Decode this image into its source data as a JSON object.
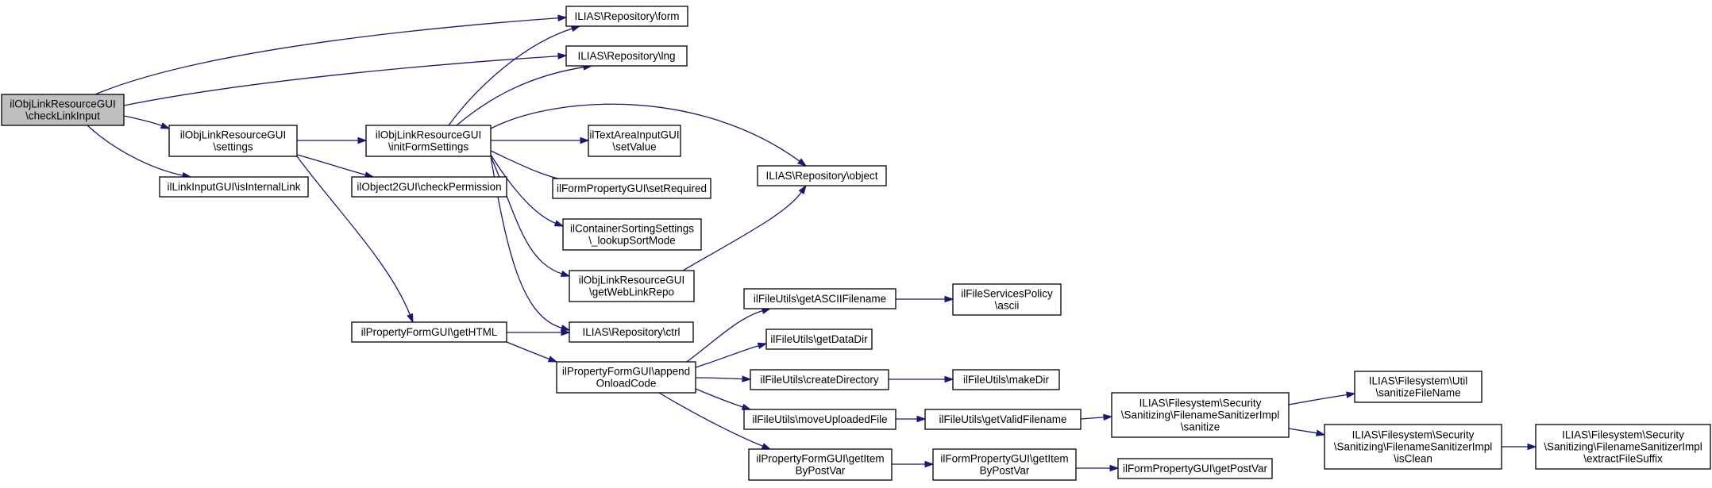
{
  "nodes": [
    {
      "id": "root",
      "lines": [
        "ilObjLinkResourceGUI",
        "\\checkLinkInput"
      ]
    },
    {
      "id": "settings",
      "lines": [
        "ilObjLinkResourceGUI",
        "\\settings"
      ]
    },
    {
      "id": "isInternalLink",
      "lines": [
        "ilLinkInputGUI\\isInternalLink"
      ]
    },
    {
      "id": "initFormSettings",
      "lines": [
        "ilObjLinkResourceGUI",
        "\\initFormSettings"
      ]
    },
    {
      "id": "checkPermission",
      "lines": [
        "ilObject2GUI\\checkPermission"
      ]
    },
    {
      "id": "getHTML",
      "lines": [
        "ilPropertyFormGUI\\getHTML"
      ]
    },
    {
      "id": "repoForm",
      "lines": [
        "ILIAS\\Repository\\form"
      ]
    },
    {
      "id": "repoLng",
      "lines": [
        "ILIAS\\Repository\\lng"
      ]
    },
    {
      "id": "setValue",
      "lines": [
        "ilTextAreaInputGUI",
        "\\setValue"
      ]
    },
    {
      "id": "setRequired",
      "lines": [
        "ilFormPropertyGUI\\setRequired"
      ]
    },
    {
      "id": "lookupSortMode",
      "lines": [
        "ilContainerSortingSettings",
        "\\_lookupSortMode"
      ]
    },
    {
      "id": "getWebLinkRepo",
      "lines": [
        "ilObjLinkResourceGUI",
        "\\getWebLinkRepo"
      ]
    },
    {
      "id": "repoCtrl",
      "lines": [
        "ILIAS\\Repository\\ctrl"
      ]
    },
    {
      "id": "appendOnloadCode",
      "lines": [
        "ilPropertyFormGUI\\append",
        "OnloadCode"
      ]
    },
    {
      "id": "getItemByPostVar1",
      "lines": [
        "ilPropertyFormGUI\\getItem",
        "ByPostVar"
      ]
    },
    {
      "id": "repoObject",
      "lines": [
        "ILIAS\\Repository\\object"
      ]
    },
    {
      "id": "getASCIIFilename",
      "lines": [
        "ilFileUtils\\getASCIIFilename"
      ]
    },
    {
      "id": "getDataDir",
      "lines": [
        "ilFileUtils\\getDataDir"
      ]
    },
    {
      "id": "createDirectory",
      "lines": [
        "ilFileUtils\\createDirectory"
      ]
    },
    {
      "id": "moveUploadedFile",
      "lines": [
        "ilFileUtils\\moveUploadedFile"
      ]
    },
    {
      "id": "ascii",
      "lines": [
        "ilFileServicesPolicy",
        "\\ascii"
      ]
    },
    {
      "id": "makeDir",
      "lines": [
        "ilFileUtils\\makeDir"
      ]
    },
    {
      "id": "getValidFilename",
      "lines": [
        "ilFileUtils\\getValidFilename"
      ]
    },
    {
      "id": "getItemByPostVar2",
      "lines": [
        "ilFormPropertyGUI\\getItem",
        "ByPostVar"
      ]
    },
    {
      "id": "getPostVar",
      "lines": [
        "ilFormPropertyGUI\\getPostVar"
      ]
    },
    {
      "id": "sanitize",
      "lines": [
        "ILIAS\\Filesystem\\Security",
        "\\Sanitizing\\FilenameSanitizerImpl",
        "\\sanitize"
      ]
    },
    {
      "id": "sanitizeFileName",
      "lines": [
        "ILIAS\\Filesystem\\Util",
        "\\sanitizeFileName"
      ]
    },
    {
      "id": "isClean",
      "lines": [
        "ILIAS\\Filesystem\\Security",
        "\\Sanitizing\\FilenameSanitizerImpl",
        "\\isClean"
      ]
    },
    {
      "id": "extractFileSuffix",
      "lines": [
        "ILIAS\\Filesystem\\Security",
        "\\Sanitizing\\FilenameSanitizerImpl",
        "\\extractFileSuffix"
      ]
    }
  ],
  "edges": [
    [
      "root",
      "repoForm"
    ],
    [
      "root",
      "repoLng"
    ],
    [
      "root",
      "settings"
    ],
    [
      "root",
      "isInternalLink"
    ],
    [
      "settings",
      "initFormSettings"
    ],
    [
      "settings",
      "checkPermission"
    ],
    [
      "settings",
      "getHTML"
    ],
    [
      "initFormSettings",
      "repoForm"
    ],
    [
      "initFormSettings",
      "repoLng"
    ],
    [
      "initFormSettings",
      "setValue"
    ],
    [
      "initFormSettings",
      "repoObject"
    ],
    [
      "initFormSettings",
      "setRequired"
    ],
    [
      "initFormSettings",
      "lookupSortMode"
    ],
    [
      "initFormSettings",
      "getWebLinkRepo"
    ],
    [
      "initFormSettings",
      "repoCtrl"
    ],
    [
      "getWebLinkRepo",
      "repoObject"
    ],
    [
      "getHTML",
      "repoCtrl"
    ],
    [
      "getHTML",
      "appendOnloadCode"
    ],
    [
      "appendOnloadCode",
      "getASCIIFilename"
    ],
    [
      "appendOnloadCode",
      "getDataDir"
    ],
    [
      "appendOnloadCode",
      "createDirectory"
    ],
    [
      "appendOnloadCode",
      "moveUploadedFile"
    ],
    [
      "appendOnloadCode",
      "getItemByPostVar1"
    ],
    [
      "getASCIIFilename",
      "ascii"
    ],
    [
      "createDirectory",
      "makeDir"
    ],
    [
      "moveUploadedFile",
      "getValidFilename"
    ],
    [
      "getValidFilename",
      "sanitize"
    ],
    [
      "sanitize",
      "sanitizeFileName"
    ],
    [
      "sanitize",
      "isClean"
    ],
    [
      "isClean",
      "extractFileSuffix"
    ],
    [
      "getItemByPostVar1",
      "getItemByPostVar2"
    ],
    [
      "getItemByPostVar2",
      "getPostVar"
    ]
  ],
  "colors": {
    "edge": "#191970",
    "root_fill": "#bfbfbf",
    "node_fill": "#ffffff",
    "node_border": "#000000"
  }
}
